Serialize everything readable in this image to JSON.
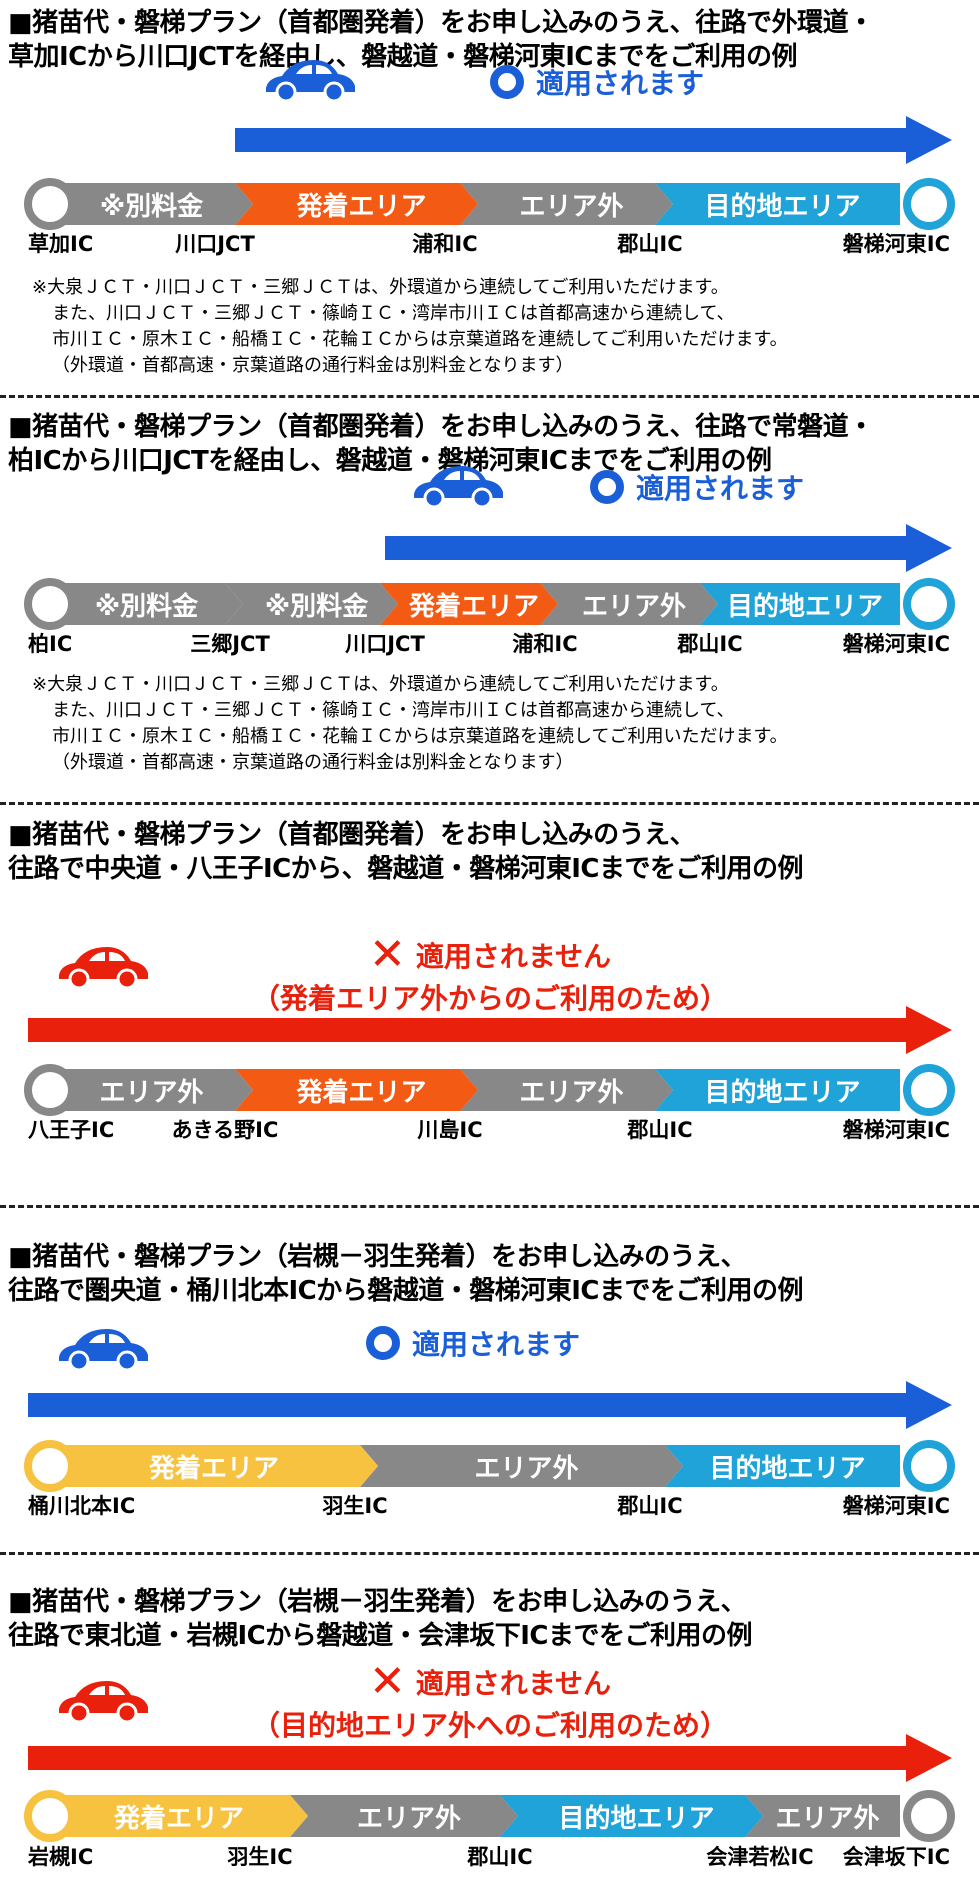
{
  "colors": {
    "blue": "#1a5fd8",
    "red": "#e8200c",
    "grey": "#888888",
    "orange": "#f35a14",
    "cyan": "#1fa3d9",
    "yellow": "#f6c240"
  },
  "examples": [
    {
      "title_lines": [
        "■猪苗代・磐梯プラン（首都圏発着）をお申し込みのうえ、往路で外環道・",
        "草加ICから川口JCTを経由し、磐越道・磐梯河東ICまでをご利用の例"
      ],
      "result": {
        "type": "ok",
        "text": "適用されます",
        "sub": ""
      },
      "segments": [
        {
          "label": "※別料金",
          "color": "grey"
        },
        {
          "label": "発着エリア",
          "color": "orange"
        },
        {
          "label": "エリア外",
          "color": "grey"
        },
        {
          "label": "目的地エリア",
          "color": "cyan"
        }
      ],
      "points": [
        "草加IC",
        "川口JCT",
        "浦和IC",
        "郡山IC",
        "磐梯河東IC"
      ],
      "notes": [
        "※大泉ＪＣＴ・川口ＪＣＴ・三郷ＪＣＴは、外環道から連続してご利用いただけます。",
        "また、川口ＪＣＴ・三郷ＪＣＴ・篠崎ＩＣ・湾岸市川ＩＣは首都高速から連続して、",
        "市川ＩＣ・原木ＩＣ・船橋ＩＣ・花輪ＩＣからは京葉道路を連続してご利用いただけます。",
        "（外環道・首都高速・京葉道路の通行料金は別料金となります）"
      ]
    },
    {
      "title_lines": [
        "■猪苗代・磐梯プラン（首都圏発着）をお申し込みのうえ、往路で常磐道・",
        "柏ICから川口JCTを経由し、磐越道・磐梯河東ICまでをご利用の例"
      ],
      "result": {
        "type": "ok",
        "text": "適用されます",
        "sub": ""
      },
      "segments": [
        {
          "label": "※別料金",
          "color": "grey"
        },
        {
          "label": "※別料金",
          "color": "grey"
        },
        {
          "label": "発着エリア",
          "color": "orange"
        },
        {
          "label": "エリア外",
          "color": "grey"
        },
        {
          "label": "目的地エリア",
          "color": "cyan"
        }
      ],
      "points": [
        "柏IC",
        "三郷JCT",
        "川口JCT",
        "浦和IC",
        "郡山IC",
        "磐梯河東IC"
      ],
      "notes": [
        "※大泉ＪＣＴ・川口ＪＣＴ・三郷ＪＣＴは、外環道から連続してご利用いただけます。",
        "また、川口ＪＣＴ・三郷ＪＣＴ・篠崎ＩＣ・湾岸市川ＩＣは首都高速から連続して、",
        "市川ＩＣ・原木ＩＣ・船橋ＩＣ・花輪ＩＣからは京葉道路を連続してご利用いただけます。",
        "（外環道・首都高速・京葉道路の通行料金は別料金となります）"
      ]
    },
    {
      "title_lines": [
        "■猪苗代・磐梯プラン（首都圏発着）をお申し込みのうえ、",
        "往路で中央道・八王子ICから、磐越道・磐梯河東ICまでをご利用の例"
      ],
      "result": {
        "type": "ng",
        "text": "適用されません",
        "sub": "（発着エリア外からのご利用のため）"
      },
      "segments": [
        {
          "label": "エリア外",
          "color": "grey"
        },
        {
          "label": "発着エリア",
          "color": "orange"
        },
        {
          "label": "エリア外",
          "color": "grey"
        },
        {
          "label": "目的地エリア",
          "color": "cyan"
        }
      ],
      "points": [
        "八王子IC",
        "あきる野IC",
        "川島IC",
        "郡山IC",
        "磐梯河東IC"
      ],
      "notes": []
    },
    {
      "title_lines": [
        "■猪苗代・磐梯プラン（岩槻－羽生発着）をお申し込みのうえ、",
        "往路で圏央道・桶川北本ICから磐越道・磐梯河東ICまでをご利用の例"
      ],
      "result": {
        "type": "ok",
        "text": "適用されます",
        "sub": ""
      },
      "segments": [
        {
          "label": "発着エリア",
          "color": "yellow"
        },
        {
          "label": "エリア外",
          "color": "grey"
        },
        {
          "label": "目的地エリア",
          "color": "cyan"
        }
      ],
      "points": [
        "桶川北本IC",
        "羽生IC",
        "郡山IC",
        "磐梯河東IC"
      ],
      "notes": []
    },
    {
      "title_lines": [
        "■猪苗代・磐梯プラン（岩槻－羽生発着）をお申し込みのうえ、",
        "往路で東北道・岩槻ICから磐越道・会津坂下ICまでをご利用の例"
      ],
      "result": {
        "type": "ng",
        "text": "適用されません",
        "sub": "（目的地エリア外へのご利用のため）"
      },
      "segments": [
        {
          "label": "発着エリア",
          "color": "yellow"
        },
        {
          "label": "エリア外",
          "color": "grey"
        },
        {
          "label": "目的地エリア",
          "color": "cyan"
        },
        {
          "label": "エリア外",
          "color": "grey"
        }
      ],
      "points": [
        "岩槻IC",
        "羽生IC",
        "郡山IC",
        "会津若松IC",
        "会津坂下IC"
      ],
      "notes": []
    }
  ]
}
